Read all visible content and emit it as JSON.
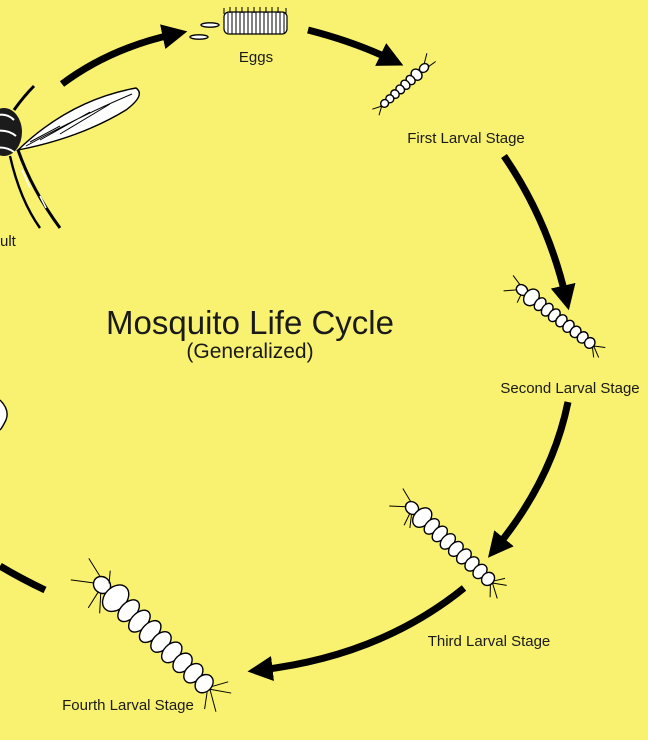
{
  "diagram": {
    "title": "Mosquito Life Cycle",
    "subtitle": "(Generalized)",
    "stages": [
      {
        "id": "eggs",
        "label": "Eggs"
      },
      {
        "id": "first-larval",
        "label": "First Larval Stage"
      },
      {
        "id": "second-larval",
        "label": "Second Larval Stage"
      },
      {
        "id": "third-larval",
        "label": "Third Larval Stage"
      },
      {
        "id": "fourth-larval",
        "label": "Fourth Larval Stage"
      },
      {
        "id": "adult",
        "label": "ult"
      }
    ],
    "colors": {
      "background": "#f8f270",
      "arrow": "#000000",
      "text": "#1a1a1a"
    }
  }
}
